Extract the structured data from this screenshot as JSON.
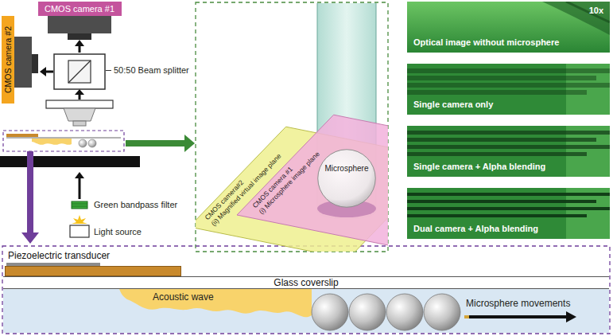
{
  "diagram": {
    "nodes": [
      {
        "text": [
          "CMOS camera #1"
        ]
      },
      {
        "text": [
          "CMOS camera #2"
        ]
      },
      {
        "text": [
          "10x",
          "Optical image without microsphere"
        ]
      },
      {
        "text": [
          "Single camera only"
        ]
      },
      {
        "text": [
          "Single camera + Alpha blending"
        ]
      },
      {
        "text": [
          "Dual camera + Alpha blending"
        ]
      },
      {
        "text": [
          "CMOS camera #1",
          "(i) Microsphere image plane"
        ]
      },
      {
        "text": [
          "CMOS camera#2",
          "(ii) Magnified virtual image plane"
        ]
      },
      {
        "text": [
          "Microsphere"
        ]
      },
      {
        "text": [
          "Piezoelectric transducer"
        ]
      },
      {
        "text": [
          "Glass coverslip"
        ]
      }
    ],
    "labels": [
      "50:50 Beam splitter",
      "Green bandpass filter",
      "Light source",
      "Acoustic wave",
      "Microsphere movements"
    ]
  }
}
